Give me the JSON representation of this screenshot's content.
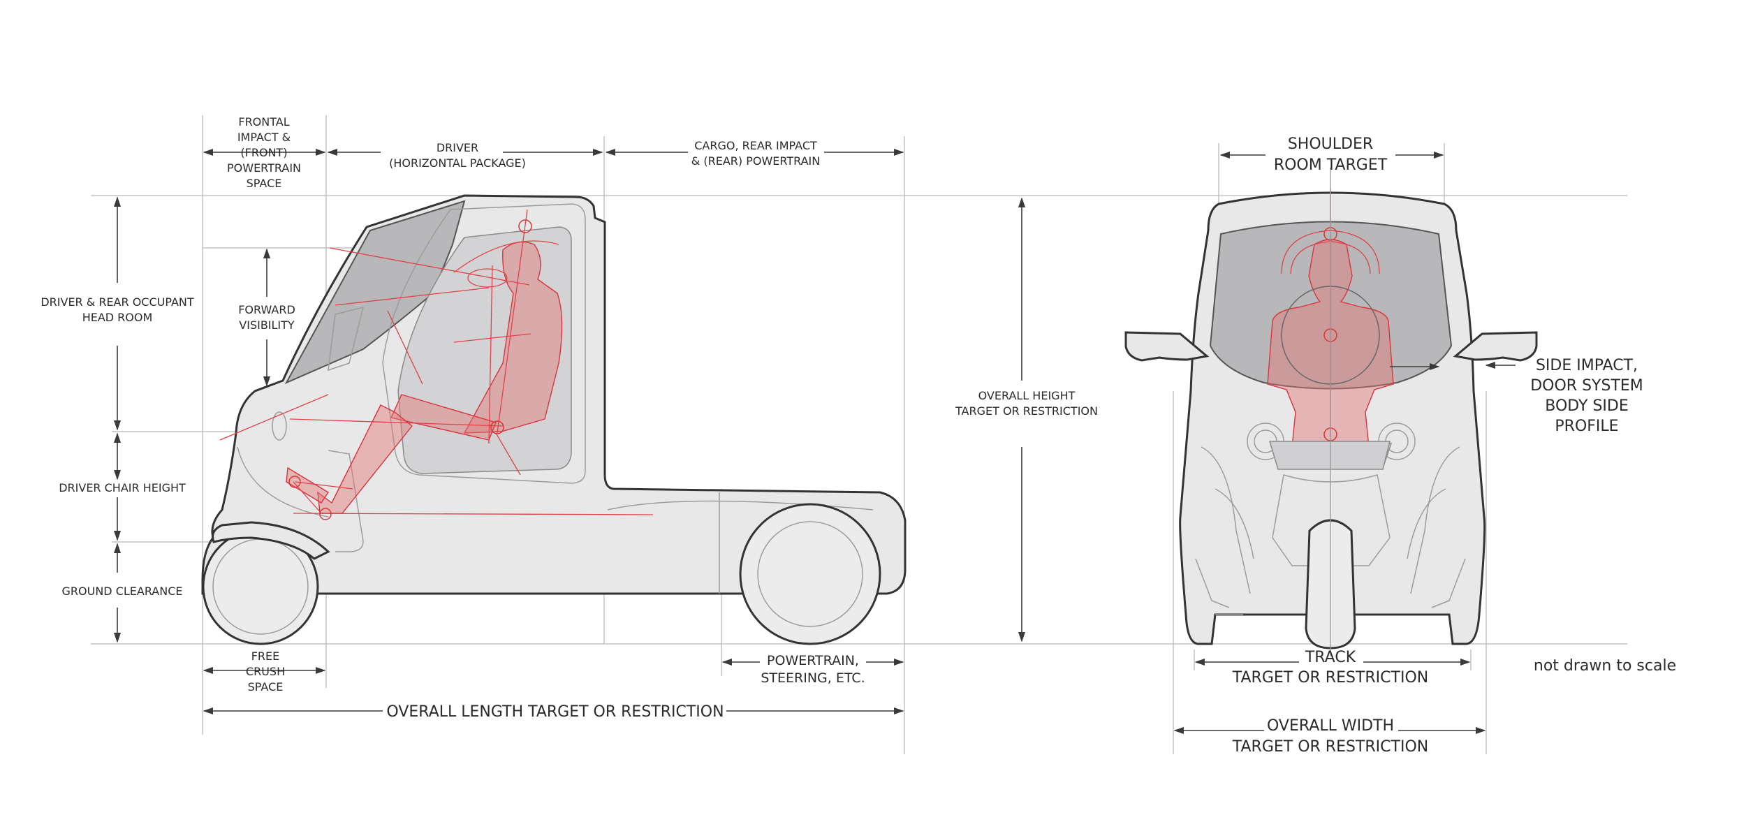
{
  "diagram": {
    "side_view": {
      "top_labels": {
        "frontal": [
          "FRONTAL",
          "IMPACT &",
          "(FRONT)",
          "POWERTRAIN",
          "SPACE"
        ],
        "driver": [
          "DRIVER",
          "(HORIZONTAL PACKAGE)"
        ],
        "cargo": [
          "CARGO, REAR IMPACT",
          "& (REAR) POWERTRAIN"
        ]
      },
      "left_labels": {
        "head_room": [
          "DRIVER & REAR OCCUPANT",
          "HEAD ROOM"
        ],
        "forward_visibility": [
          "FORWARD",
          "VISIBILITY"
        ],
        "chair_height": "DRIVER CHAIR HEIGHT",
        "ground_clearance": "GROUND CLEARANCE"
      },
      "bottom_labels": {
        "free_crush": [
          "FREE",
          "CRUSH",
          "SPACE"
        ],
        "powertrain_steering": [
          "POWERTRAIN,",
          "STEERING, ETC."
        ],
        "overall_length": "OVERALL LENGTH TARGET OR RESTRICTION"
      },
      "overall_height": [
        "OVERALL HEIGHT",
        "TARGET OR RESTRICTION"
      ]
    },
    "front_view": {
      "shoulder_room": [
        "SHOULDER",
        "ROOM TARGET"
      ],
      "side_impact": [
        "SIDE IMPACT,",
        "DOOR SYSTEM",
        "BODY SIDE",
        "PROFILE"
      ],
      "track": [
        "TRACK",
        "TARGET OR RESTRICTION"
      ],
      "overall_width": [
        "OVERALL WIDTH",
        "TARGET OR RESTRICTION"
      ]
    },
    "note": "not drawn to scale",
    "colors": {
      "body": "#e8e8e9",
      "glass": "#b8b8ba",
      "outline": "#333333",
      "occupant": "#e07a7a",
      "dimension": "#3a3a3a"
    }
  }
}
